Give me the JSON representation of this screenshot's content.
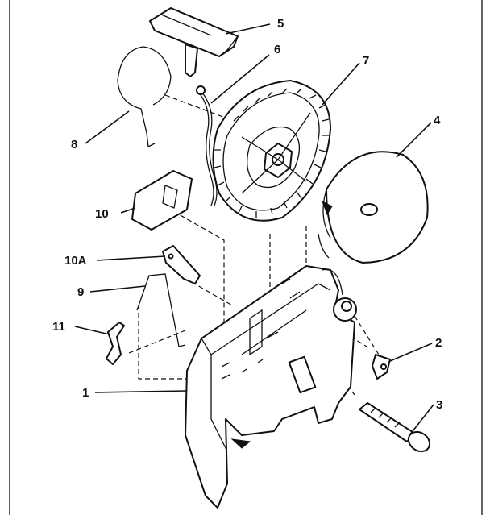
{
  "callouts": [
    {
      "id": "1",
      "label": "1"
    },
    {
      "id": "2",
      "label": "2"
    },
    {
      "id": "3",
      "label": "3"
    },
    {
      "id": "4",
      "label": "4"
    },
    {
      "id": "5",
      "label": "5"
    },
    {
      "id": "6",
      "label": "6"
    },
    {
      "id": "7",
      "label": "7"
    },
    {
      "id": "8",
      "label": "8"
    },
    {
      "id": "9",
      "label": "9"
    },
    {
      "id": "10",
      "label": "10"
    },
    {
      "id": "10A",
      "label": "10A"
    },
    {
      "id": "11",
      "label": "11"
    }
  ]
}
